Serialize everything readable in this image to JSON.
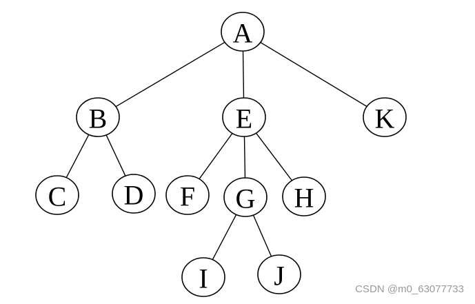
{
  "tree": {
    "nodes": [
      {
        "id": "A",
        "label": "A"
      },
      {
        "id": "B",
        "label": "B"
      },
      {
        "id": "E",
        "label": "E"
      },
      {
        "id": "K",
        "label": "K"
      },
      {
        "id": "C",
        "label": "C"
      },
      {
        "id": "D",
        "label": "D"
      },
      {
        "id": "F",
        "label": "F"
      },
      {
        "id": "G",
        "label": "G"
      },
      {
        "id": "H",
        "label": "H"
      },
      {
        "id": "I",
        "label": "I"
      },
      {
        "id": "J",
        "label": "J"
      }
    ],
    "edges": [
      [
        "A",
        "B"
      ],
      [
        "A",
        "E"
      ],
      [
        "A",
        "K"
      ],
      [
        "B",
        "C"
      ],
      [
        "B",
        "D"
      ],
      [
        "E",
        "F"
      ],
      [
        "E",
        "G"
      ],
      [
        "E",
        "H"
      ],
      [
        "G",
        "I"
      ],
      [
        "G",
        "J"
      ]
    ]
  },
  "watermark": {
    "text": "CSDN @m0_63077733"
  }
}
